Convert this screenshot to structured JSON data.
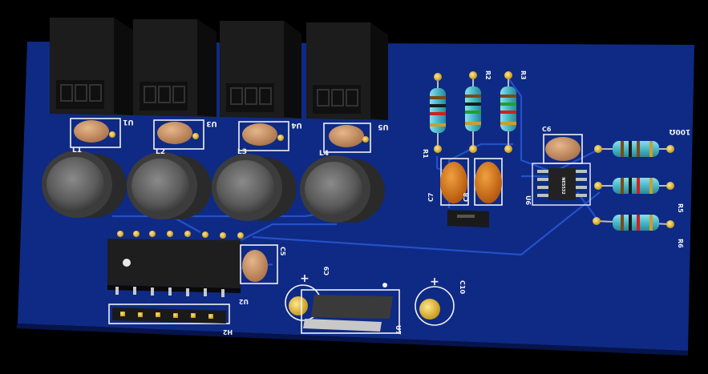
{
  "board": {
    "designators": {
      "u1": "U1",
      "u3": "U3",
      "u4": "U4",
      "u5": "U5",
      "u2": "U2",
      "u6": "U6",
      "u7": "U7",
      "l1": "L1",
      "l2": "L2",
      "l3": "L3",
      "l4": "L4",
      "r1": "R1",
      "r2": "R2",
      "r3": "R3",
      "r5": "R5",
      "r6": "R6",
      "r100": "100Ω",
      "c5": "C5",
      "c6": "C6",
      "c7": "C7",
      "c8": "C8",
      "c9": "C9",
      "c10": "C10",
      "h2": "H2",
      "plus1": "+",
      "plus2": "+"
    },
    "ic_marking": "NE5532"
  },
  "colors": {
    "pcb": "#0e2a85",
    "trace": "#2550c8",
    "silkscreen": "#f2f2f2",
    "component_black": "#1a1a1a",
    "resistor_body": "#56c8d8",
    "ceramic_cap": "#c9956a",
    "electrolytic_cap": "#e08a16",
    "pad_gold": "#d8b040"
  }
}
